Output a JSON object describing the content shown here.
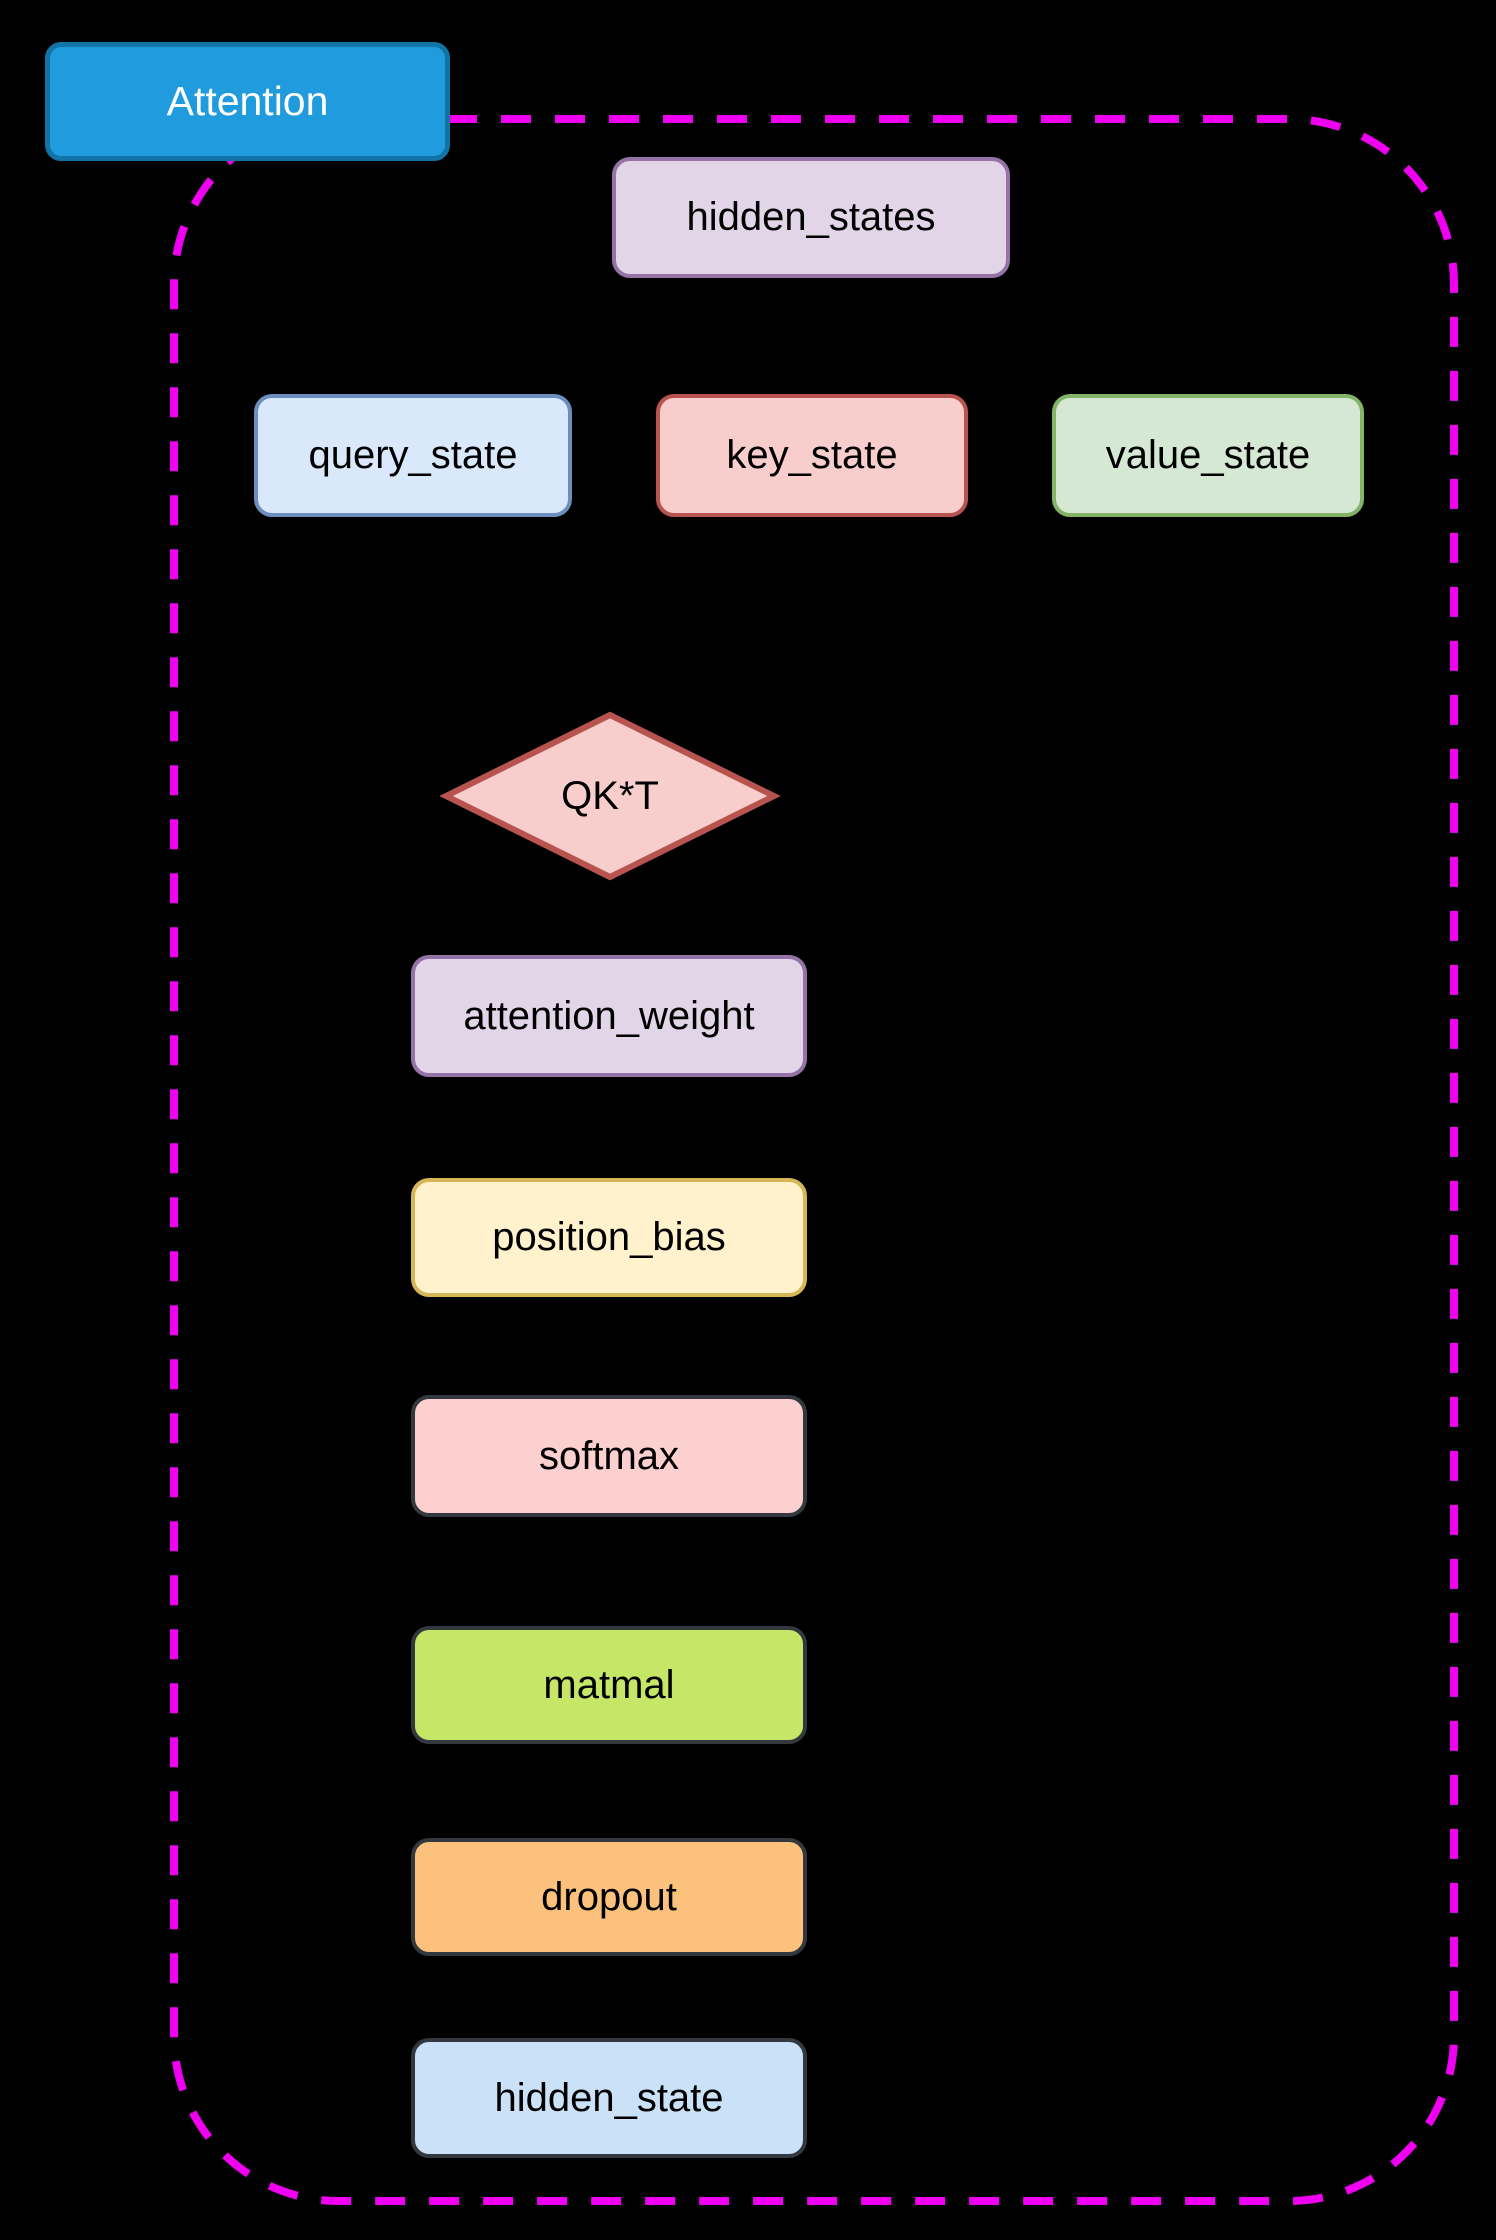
{
  "diagram": {
    "background": "#000000",
    "title": {
      "label": "Attention",
      "fill": "#209bdd",
      "stroke": "#1273a6",
      "text_color": "#ffffff"
    },
    "container": {
      "border_color": "#f000f0",
      "border_style": "dashed"
    },
    "nodes": {
      "hidden_states": {
        "label": "hidden_states",
        "shape": "rect",
        "fill": "#e1d5e7",
        "stroke": "#9673a6"
      },
      "query_state": {
        "label": "query_state",
        "shape": "rect",
        "fill": "#dae8fc",
        "stroke": "#6c8ebf"
      },
      "key_state": {
        "label": "key_state",
        "shape": "rect",
        "fill": "#f8cecc",
        "stroke": "#b85450"
      },
      "value_state": {
        "label": "value_state",
        "shape": "rect",
        "fill": "#d5e8d4",
        "stroke": "#82b366"
      },
      "qkt": {
        "label": "QK*T",
        "shape": "diamond",
        "fill": "#f8cecc",
        "stroke": "#b85450"
      },
      "attention_weight": {
        "label": "attention_weight",
        "shape": "rect",
        "fill": "#e1d5e7",
        "stroke": "#9673a6"
      },
      "position_bias": {
        "label": "position_bias",
        "shape": "rect",
        "fill": "#fff2cc",
        "stroke": "#d6b656"
      },
      "softmax": {
        "label": "softmax",
        "shape": "rect",
        "fill": "#fdd0d0",
        "stroke": "#33383e"
      },
      "matmal": {
        "label": "matmal",
        "shape": "rect",
        "fill": "#c5e667",
        "stroke": "#33383e"
      },
      "dropout": {
        "label": "dropout",
        "shape": "rect",
        "fill": "#fcc27d",
        "stroke": "#33383e"
      },
      "hidden_state": {
        "label": "hidden_state",
        "shape": "rect",
        "fill": "#cae1f8",
        "stroke": "#33383e"
      }
    }
  }
}
